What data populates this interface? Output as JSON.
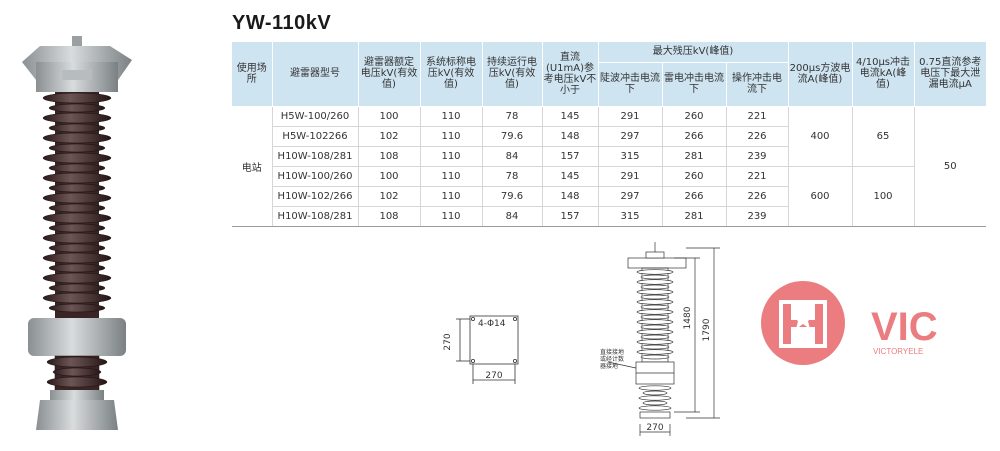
{
  "title": "YW-110kV",
  "table": {
    "headers": {
      "site": "使用场所",
      "model": "避雷器型号",
      "rated_voltage": "避雷器额定电压kV(有效值)",
      "system_voltage": "系统标称电压kV(有效值)",
      "cont_voltage": "持续运行电压kV(有效值)",
      "dc_ref": "直流(U1mA)参考电压kV不小于",
      "residual_group": "最大残压kV(峰值)",
      "steep": "陡波冲击电流下",
      "lightning": "雷电冲击电流下",
      "switching": "操作冲击电流下",
      "square_wave": "200μs方波电流A(峰值)",
      "impulse": "4/10μs冲击电流kA(峰值)",
      "leakage": "0.75直流参考电压下最大泄漏电流μA"
    },
    "site": "电站",
    "rows": [
      {
        "model": "H5W-100/260",
        "rated": "100",
        "system": "110",
        "cont": "78",
        "dc": "145",
        "steep": "291",
        "lightning": "260",
        "switching": "221"
      },
      {
        "model": "H5W-102266",
        "rated": "102",
        "system": "110",
        "cont": "79.6",
        "dc": "148",
        "steep": "297",
        "lightning": "266",
        "switching": "226"
      },
      {
        "model": "H10W-108/281",
        "rated": "108",
        "system": "110",
        "cont": "84",
        "dc": "157",
        "steep": "315",
        "lightning": "281",
        "switching": "239"
      },
      {
        "model": "H10W-100/260",
        "rated": "100",
        "system": "110",
        "cont": "78",
        "dc": "145",
        "steep": "291",
        "lightning": "260",
        "switching": "221"
      },
      {
        "model": "H10W-102/266",
        "rated": "102",
        "system": "110",
        "cont": "79.6",
        "dc": "148",
        "steep": "297",
        "lightning": "266",
        "switching": "226"
      },
      {
        "model": "H10W-108/281",
        "rated": "108",
        "system": "110",
        "cont": "84",
        "dc": "157",
        "steep": "315",
        "lightning": "281",
        "switching": "239"
      }
    ],
    "square_wave_group1": "400",
    "square_wave_group2": "600",
    "impulse_group1": "65",
    "impulse_group2": "100",
    "leakage_value": "50"
  },
  "base_drawing": {
    "hole_label": "4-Φ14",
    "height_dim": "270",
    "width_dim": "270"
  },
  "elevation_drawing": {
    "dim_inner": "1480",
    "dim_outer": "1790",
    "base_dim": "270",
    "note_line1": "直接接地",
    "note_line2": "或经计数",
    "note_line3": "器接地"
  },
  "logo": {
    "text": "VIC",
    "subtext": "VICTORYELE",
    "colors": {
      "primary": "#e8666a"
    }
  }
}
